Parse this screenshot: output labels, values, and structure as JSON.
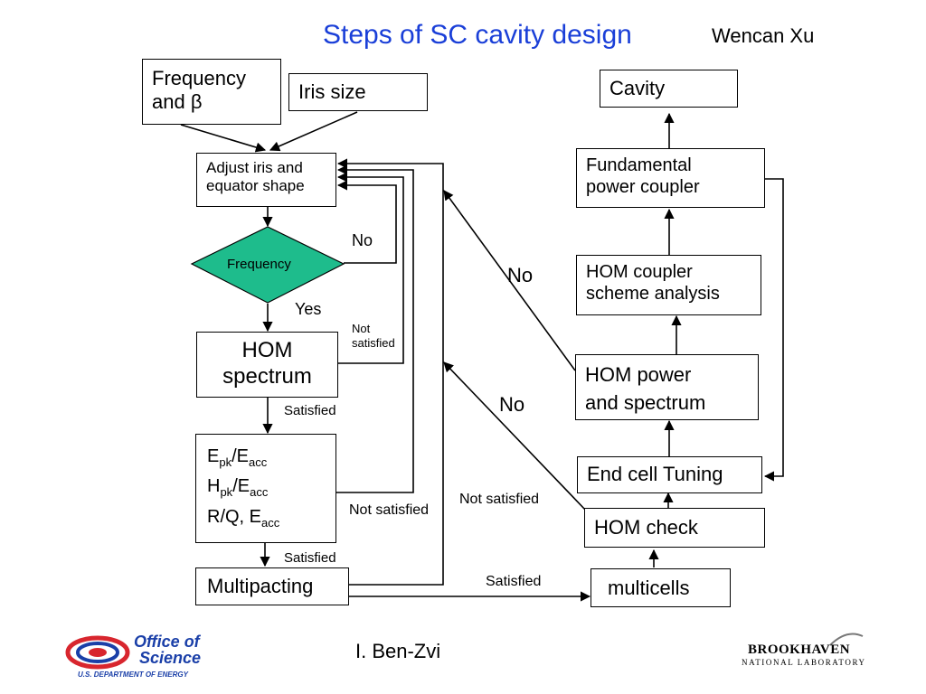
{
  "slide": {
    "title": "Steps of  SC cavity design",
    "author": "Wencan Xu",
    "presenter": "I. Ben-Zvi"
  },
  "boxes": {
    "frequency_beta": [
      "Frequency",
      "and β"
    ],
    "iris_size": "Iris size",
    "adjust_iris": [
      "Adjust iris and",
      "equator shape"
    ],
    "frequency_decision": "Frequency",
    "hom_spectrum": [
      "HOM",
      "spectrum"
    ],
    "epk": {
      "main": "E",
      "sub1": "pk",
      "slash": "/E",
      "sub2": "acc"
    },
    "hpk": {
      "main": "H",
      "sub1": "pk",
      "slash": "/E",
      "sub2": "acc"
    },
    "rq": {
      "main": "R/Q, E",
      "sub": "acc"
    },
    "multipacting": "Multipacting",
    "multicells": "multicells",
    "hom_check": "HOM check",
    "end_cell_tuning": "End cell Tuning",
    "hom_power": [
      "HOM power",
      "and spectrum"
    ],
    "hom_coupler": [
      "HOM coupler",
      "scheme analysis"
    ],
    "fundamental_coupler": [
      "Fundamental",
      "power coupler"
    ],
    "cavity": "Cavity"
  },
  "edge_labels": {
    "no_freq": "No",
    "yes_freq": "Yes",
    "not_satisfied_hom": [
      "Not",
      "satisfied"
    ],
    "satisfied_hom": "Satisfied",
    "not_satisfied_peak": "Not satisfied",
    "satisfied_peak": "Satisfied",
    "not_satisfied_mp": "Not satisfied",
    "satisfied_mp": "Satisfied",
    "no_hom_check": "No",
    "no_hom_power": "No"
  },
  "logos": {
    "office_line1": "Office of",
    "office_line2": "Science",
    "office_dept": "U.S. DEPARTMENT OF ENERGY",
    "bnl_line1": "BROOKHAVEN",
    "bnl_line2": "NATIONAL LABORATORY"
  },
  "colors": {
    "title": "#1a3fd8",
    "decision_fill": "#1ebc8c",
    "office_blue": "#1a3fa8",
    "office_red": "#d8262e"
  }
}
